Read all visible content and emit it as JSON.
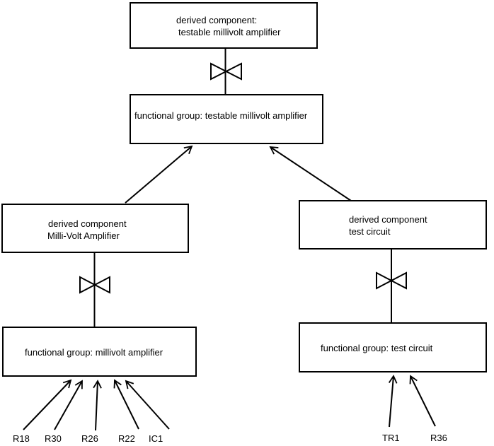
{
  "diagram": {
    "nodes": {
      "derived_testable": {
        "line1": "derived component:",
        "line2": "testable millivolt amplifier"
      },
      "functional_testable": {
        "label": "functional group: testable millivolt amplifier"
      },
      "derived_millivolt": {
        "line1": "derived component",
        "line2": "Milli-Volt Amplifier"
      },
      "derived_test": {
        "line1": "derived component",
        "line2": "test circuit"
      },
      "functional_millivolt": {
        "label": "functional group: millivolt amplifier"
      },
      "functional_test": {
        "label": "functional group: test circuit"
      }
    },
    "leaves_left": [
      "R18",
      "R30",
      "R26",
      "R22",
      "IC1"
    ],
    "leaves_right": [
      "TR1",
      "R36"
    ],
    "icons": {
      "connector": "bowtie-decomposition-icon",
      "arrowhead": "open-arrowhead-icon"
    },
    "colors": {
      "line": "#000000",
      "text": "#000000",
      "background": "#ffffff"
    }
  }
}
